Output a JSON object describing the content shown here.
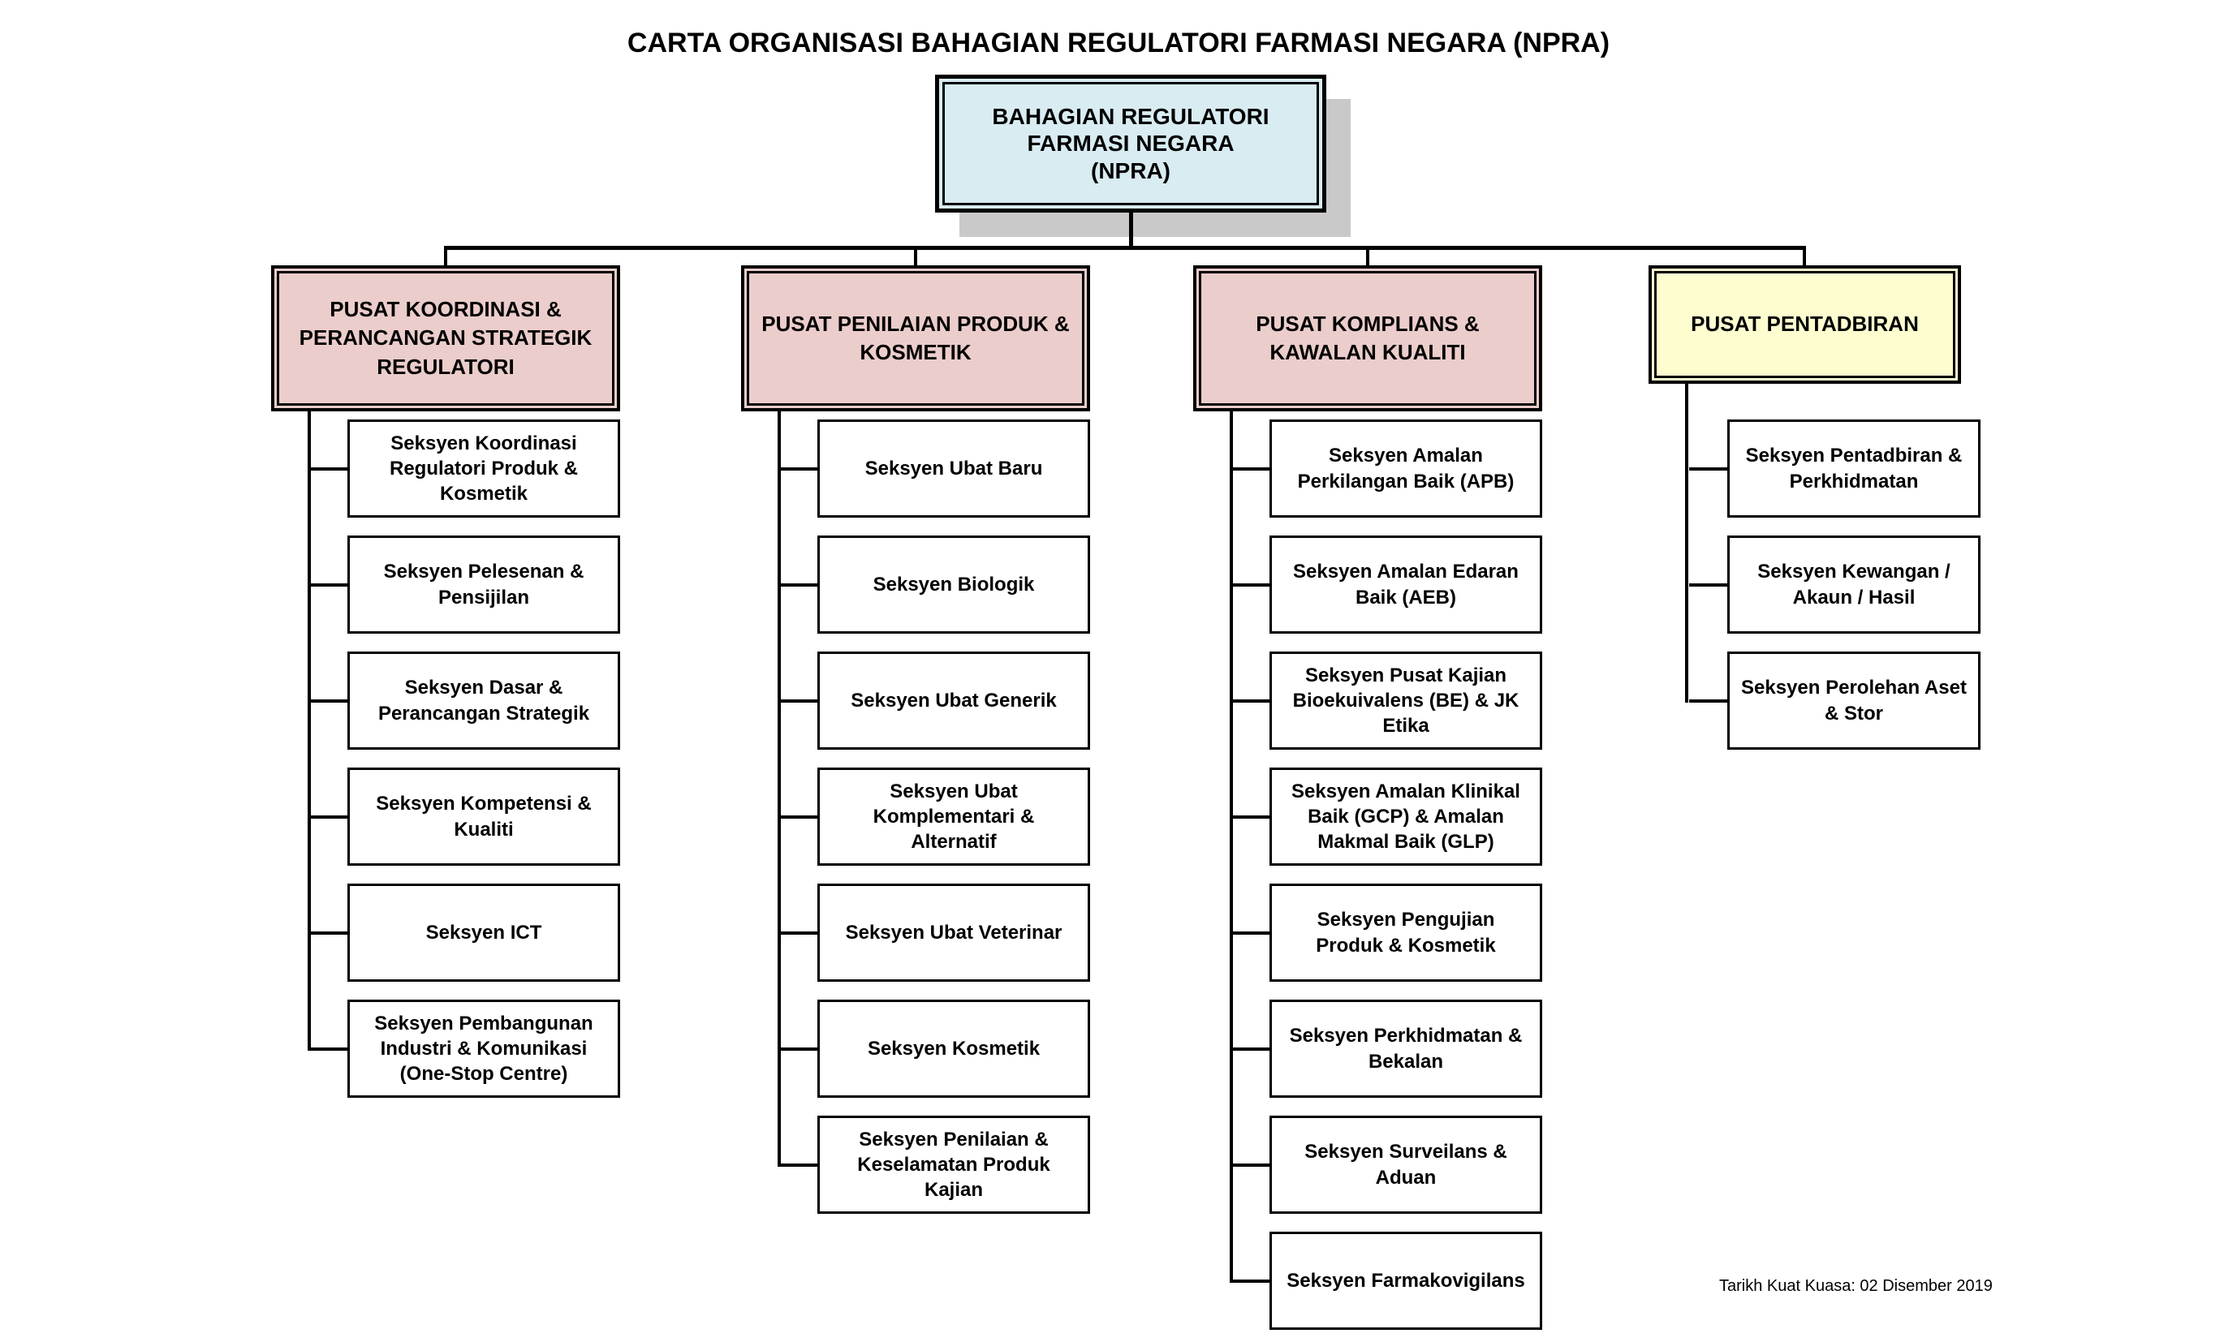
{
  "title": "CARTA ORGANISASI BAHAGIAN REGULATORI FARMASI NEGARA (NPRA)",
  "root": {
    "label": "BAHAGIAN REGULATORI FARMASI NEGARA (NPRA)",
    "fill": "#d8ecf2"
  },
  "columns": [
    {
      "header": "PUSAT KOORDINASI & PERANCANGAN STRATEGIK REGULATORI",
      "fill": "#ebcdcb",
      "children": [
        "Seksyen Koordinasi Regulatori Produk & Kosmetik",
        "Seksyen Pelesenan & Pensijilan",
        "Seksyen Dasar & Perancangan Strategik",
        "Seksyen Kompetensi & Kualiti",
        "Seksyen ICT",
        "Seksyen Pembangunan Industri & Komunikasi (One-Stop Centre)"
      ]
    },
    {
      "header": "PUSAT PENILAIAN PRODUK & KOSMETIK",
      "fill": "#ebcdcb",
      "children": [
        "Seksyen Ubat Baru",
        "Seksyen Biologik",
        "Seksyen Ubat Generik",
        "Seksyen Ubat Komplementari & Alternatif",
        "Seksyen Ubat Veterinar",
        "Seksyen Kosmetik",
        "Seksyen Penilaian & Keselamatan Produk Kajian"
      ]
    },
    {
      "header": "PUSAT KOMPLIANS & KAWALAN KUALITI",
      "fill": "#ebcdcb",
      "children": [
        "Seksyen Amalan Perkilangan Baik (APB)",
        "Seksyen Amalan Edaran Baik (AEB)",
        "Seksyen Pusat Kajian Bioekuivalens (BE) & JK Etika",
        "Seksyen Amalan Klinikal Baik (GCP) & Amalan Makmal Baik (GLP)",
        "Seksyen Pengujian Produk & Kosmetik",
        "Seksyen Perkhidmatan & Bekalan",
        "Seksyen Surveilans & Aduan",
        "Seksyen Farmakovigilans"
      ]
    },
    {
      "header": "PUSAT PENTADBIRAN",
      "fill": "#fefdcf",
      "children": [
        "Seksyen Pentadbiran & Perkhidmatan",
        "Seksyen Kewangan / Akaun / Hasil",
        "Seksyen Perolehan Aset & Stor"
      ]
    }
  ],
  "footer": "Tarikh Kuat Kuasa: 02 Disember 2019",
  "colors": {
    "root_fill": "#d8ecf2",
    "pusat_fill": "#ebcdcb",
    "pentadbiran_fill": "#fefdcf",
    "shadow": "#c9c9c9",
    "line": "#000000"
  }
}
